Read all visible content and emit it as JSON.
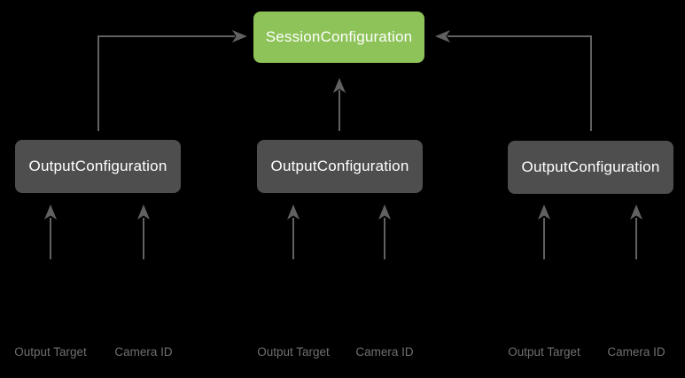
{
  "colors": {
    "background": "#000000",
    "session_box": "#8DC358",
    "output_box": "#4E4E4E",
    "node_text": "#FFFFFF",
    "arrow": "#616161",
    "input_label_text": "#6F6F6F"
  },
  "session": {
    "label": "SessionConfiguration"
  },
  "outputs": [
    {
      "label": "OutputConfiguration",
      "inputs": [
        "Output Target",
        "Camera ID"
      ]
    },
    {
      "label": "OutputConfiguration",
      "inputs": [
        "Output Target",
        "Camera ID"
      ]
    },
    {
      "label": "OutputConfiguration",
      "inputs": [
        "Output Target",
        "Camera ID"
      ]
    }
  ]
}
